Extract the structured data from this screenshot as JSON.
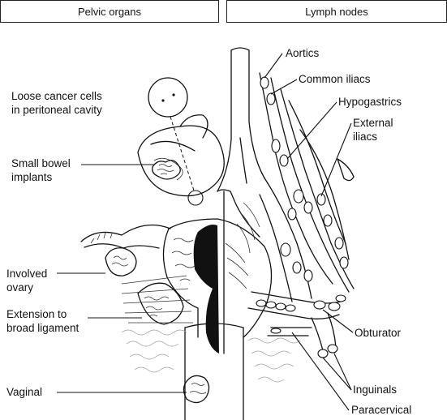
{
  "headers": {
    "left": "Pelvic organs",
    "right": "Lymph nodes"
  },
  "labels": {
    "loose_cells_1": "Loose cancer cells",
    "loose_cells_2": "in peritoneal cavity",
    "small_bowel_1": "Small bowel",
    "small_bowel_2": "implants",
    "involved_ovary_1": "Involved",
    "involved_ovary_2": "ovary",
    "broad_lig_1": "Extension to",
    "broad_lig_2": "broad ligament",
    "vaginal": "Vaginal",
    "aortics": "Aortics",
    "common_iliacs": "Common iliacs",
    "hypogastrics": "Hypogastrics",
    "external_1": "External",
    "external_2": "iliacs",
    "obturator": "Obturator",
    "inguinals": "Inguinals",
    "paracervical": "Paracervical"
  }
}
